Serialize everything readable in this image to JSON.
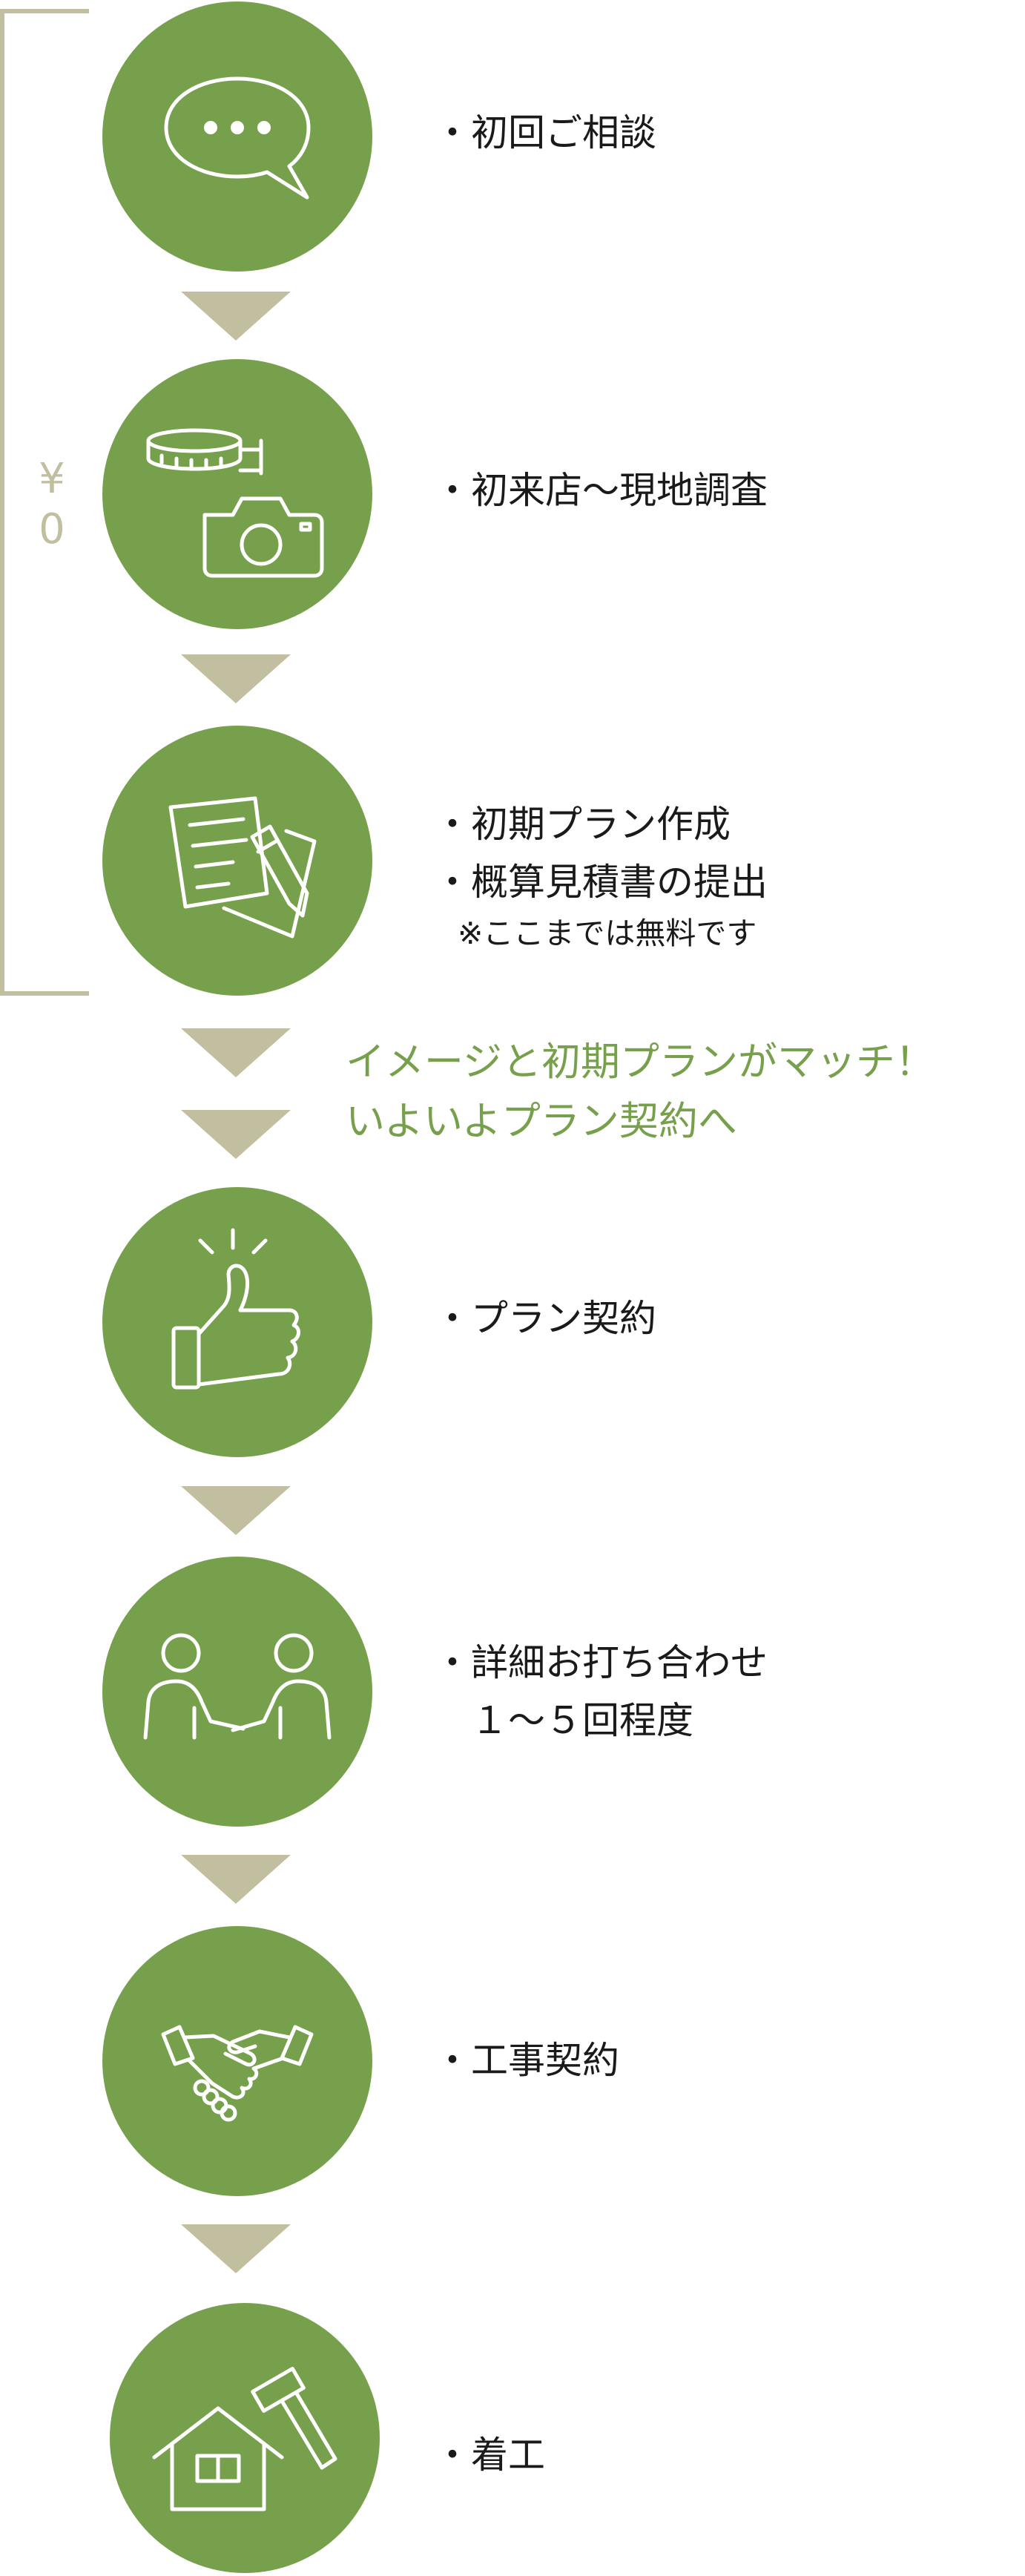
{
  "colors": {
    "circle": "#77a04c",
    "arrow": "#c2bfa1",
    "accent_text": "#77a04c",
    "bracket": "#c2bfa1"
  },
  "free_range": {
    "label_symbol": "¥",
    "label_value": "0"
  },
  "steps": [
    {
      "icon": "speech-bubble-icon",
      "lines": [
        "・初回ご相談"
      ]
    },
    {
      "icon": "tape-measure-camera-icon",
      "lines": [
        "・初来店〜現地調査"
      ]
    },
    {
      "icon": "document-pencil-icon",
      "lines": [
        "・初期プラン作成",
        "・概算見積書の提出"
      ],
      "note": "※ここまでは無料です"
    },
    {
      "icon": "thumbs-up-icon",
      "lines": [
        "・プラン契約"
      ]
    },
    {
      "icon": "meeting-people-icon",
      "lines": [
        "・詳細お打ち合わせ",
        "　１〜５回程度"
      ]
    },
    {
      "icon": "handshake-icon",
      "lines": [
        "・工事契約"
      ]
    },
    {
      "icon": "house-hammer-icon",
      "lines": [
        "・着工"
      ]
    }
  ],
  "transition_message": {
    "line1": "イメージと初期プランがマッチ！",
    "line2": "いよいよプラン契約へ"
  }
}
